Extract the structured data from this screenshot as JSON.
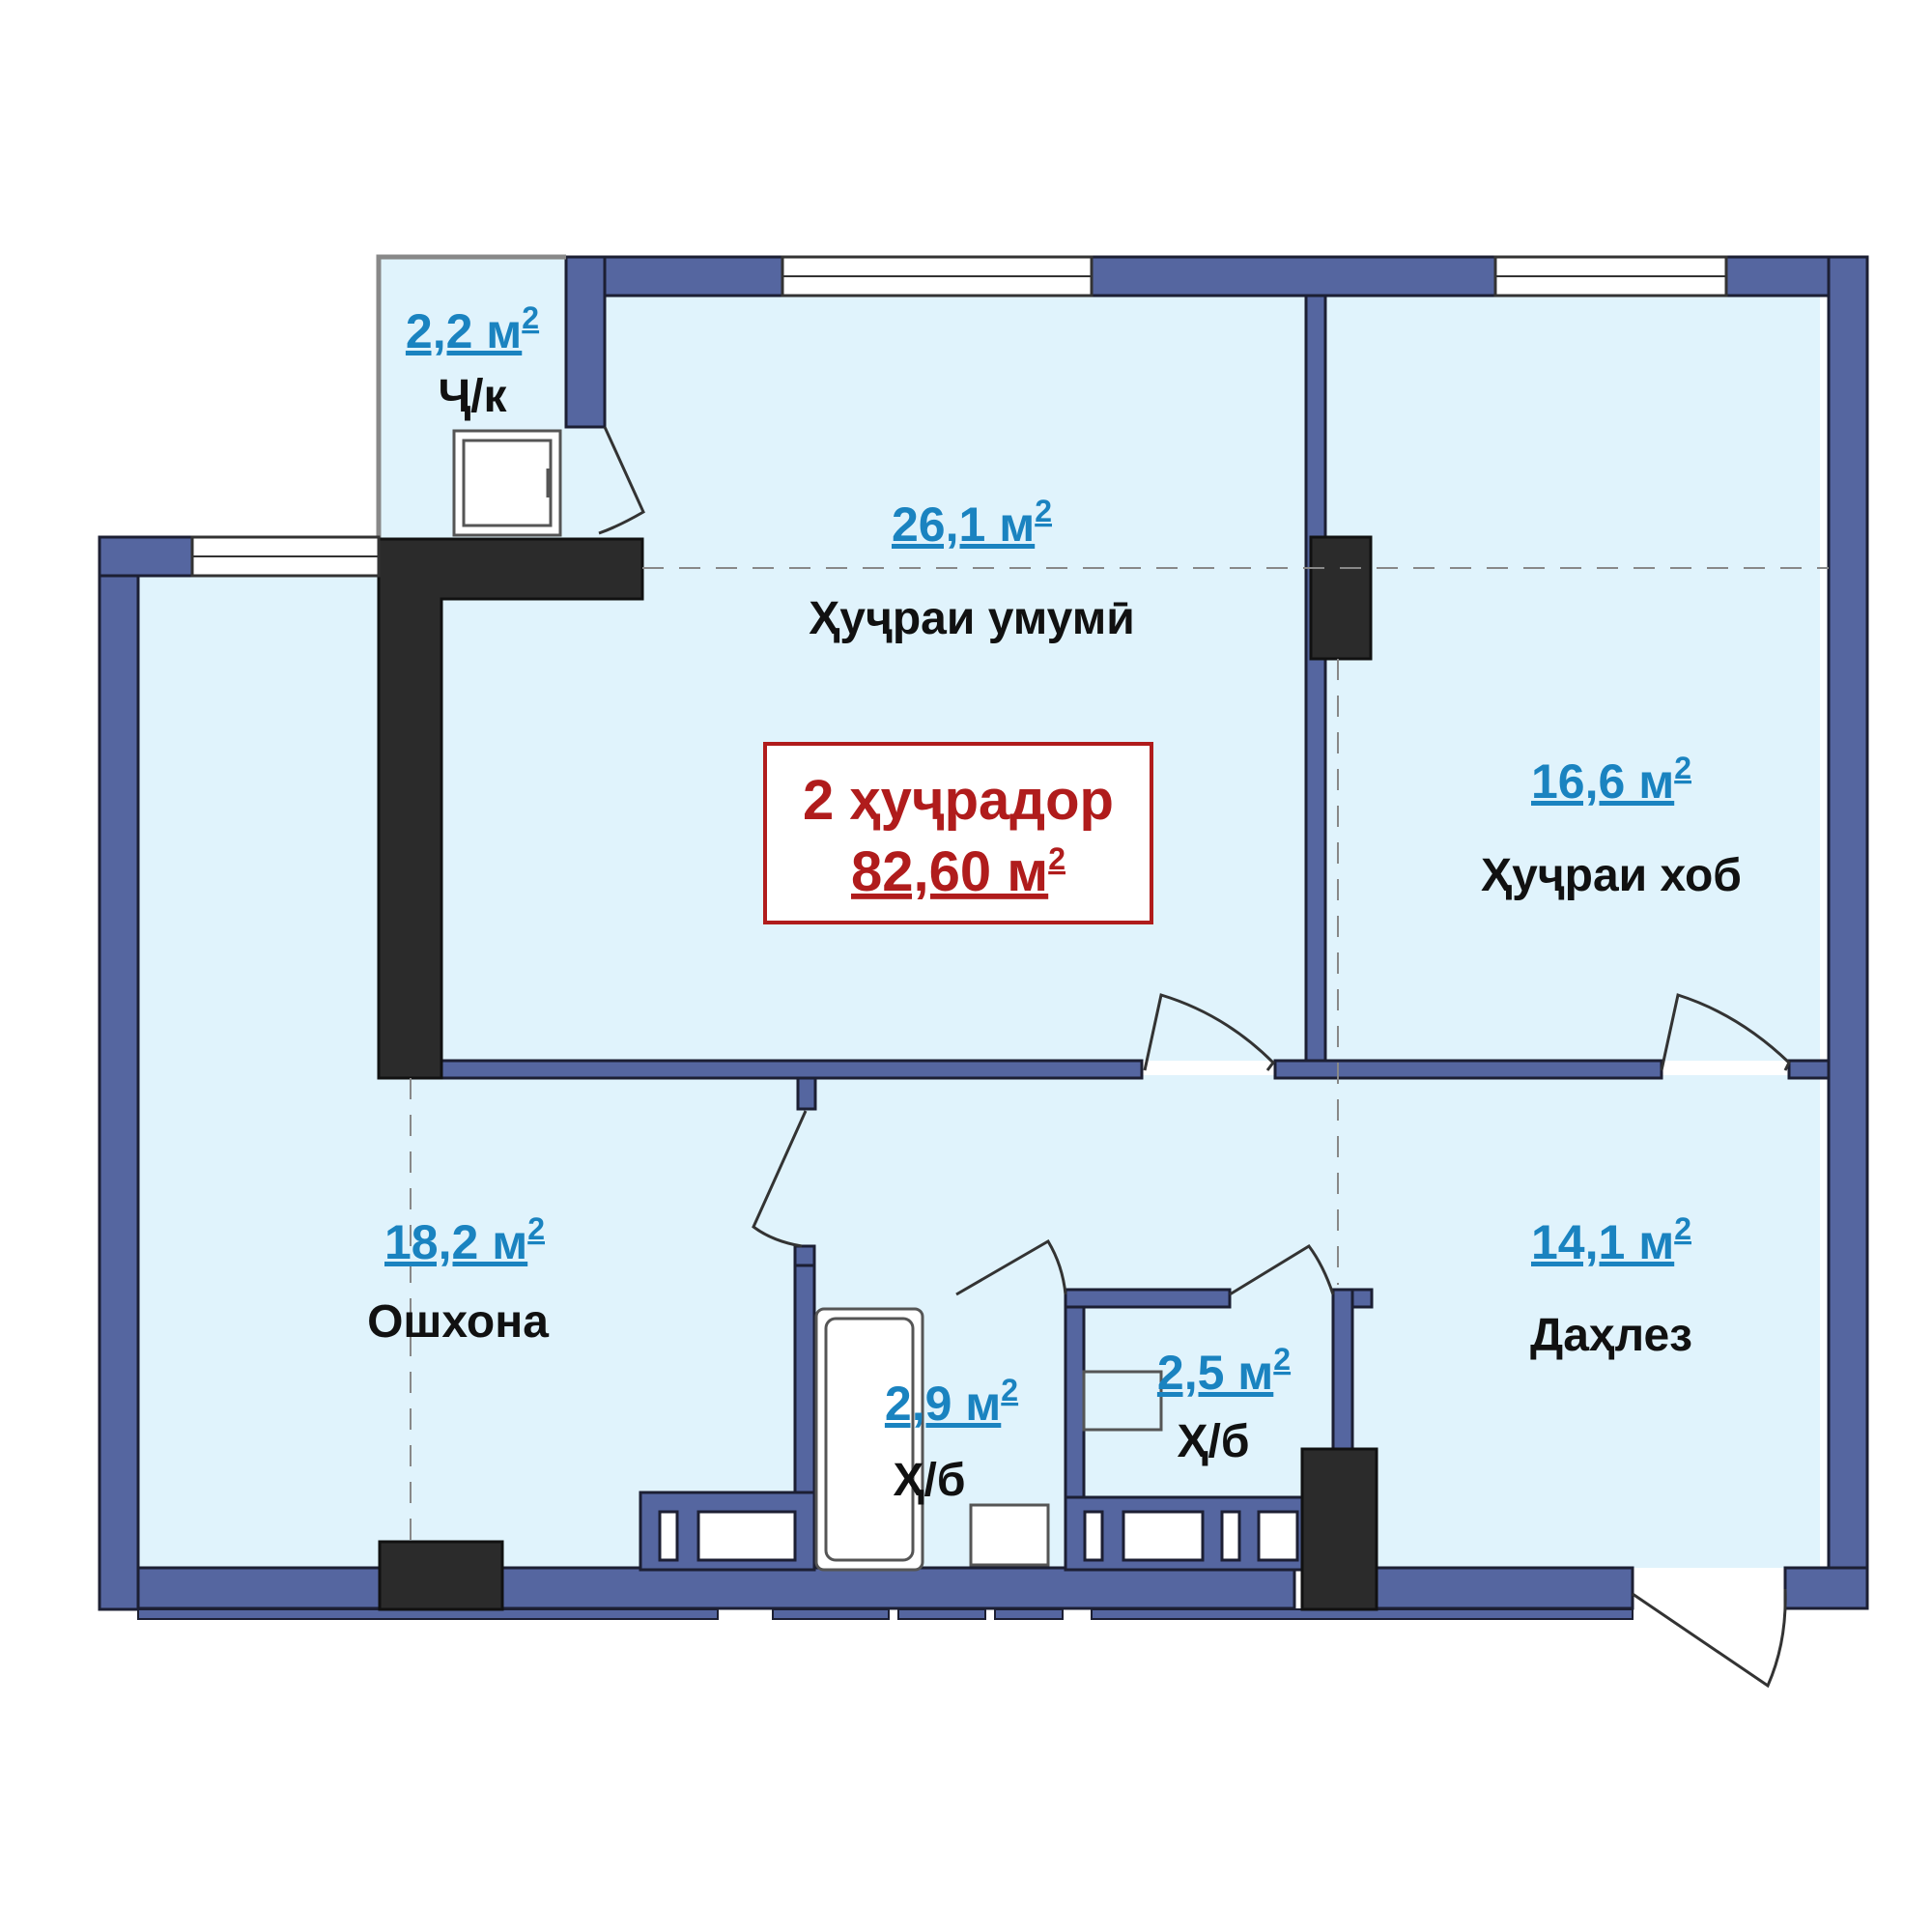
{
  "colors": {
    "floor": "#e0f3fc",
    "wall": "#5566a0",
    "wall_outline": "#1c1f33",
    "column": "#2b2b2b",
    "area_text": "#1a83c0",
    "summary": "#b01c1c",
    "dash": "#888888"
  },
  "summary": {
    "rooms_label": "2 ҳуҷрадор",
    "total_area": "82,60 м",
    "unit_power": "2"
  },
  "rooms": [
    {
      "id": "balcony",
      "area": "2,2 м",
      "power": "2",
      "name": "Ҷ/к"
    },
    {
      "id": "living",
      "area": "26,1 м",
      "power": "2",
      "name": "Ҳуҷраи умумӣ"
    },
    {
      "id": "bedroom",
      "area": "16,6 м",
      "power": "2",
      "name": "Ҳуҷраи хоб"
    },
    {
      "id": "kitchen",
      "area": "18,2 м",
      "power": "2",
      "name": "Ошхона"
    },
    {
      "id": "hall",
      "area": "14,1 м",
      "power": "2",
      "name": "Даҳлез"
    },
    {
      "id": "bath1",
      "area": "2,9 м",
      "power": "2",
      "name": "Ҳ/б"
    },
    {
      "id": "bath2",
      "area": "2,5 м",
      "power": "2",
      "name": "Ҳ/б"
    }
  ]
}
